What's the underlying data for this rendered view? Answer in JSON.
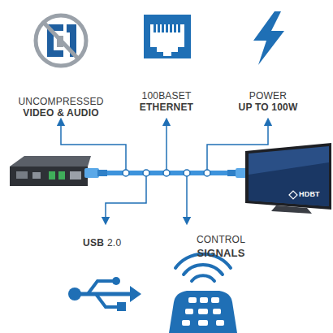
{
  "diagram": {
    "labels": [
      "UNCOMPRESSED",
      "VIDEO & AUDIO",
      "100BASET",
      "ETHERNET",
      "POWER",
      "UP TO 100W",
      "USB",
      "2.0",
      "CONTROL",
      "SIGNALS",
      "HDBT"
    ]
  }
}
